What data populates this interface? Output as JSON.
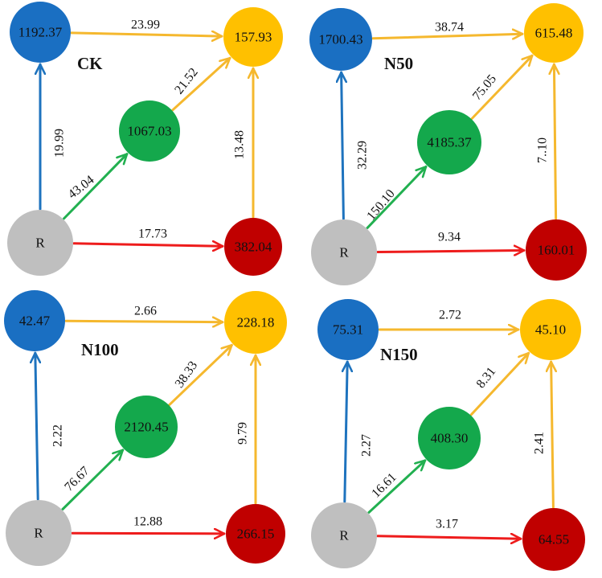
{
  "colors": {
    "blue": "#1a6fc2",
    "yellow": "#ffc000",
    "green": "#14a84c",
    "red": "#c00000",
    "gray": "#bfbfbf",
    "arrow_blue": "#1e73be",
    "arrow_yellow": "#f5b82e",
    "arrow_green": "#22b050",
    "arrow_red": "#ee1c1c"
  },
  "panels": [
    {
      "title": "CK",
      "nodes": {
        "blue": "1192.37",
        "yellow": "157.93",
        "green": "1067.03",
        "red": "382.04",
        "gray": "R"
      },
      "edges": {
        "blue_yellow": "23.99",
        "gray_blue": "19.99",
        "gray_green": "43.04",
        "green_yellow": "21.52",
        "red_yellow": "13.48",
        "gray_red": "17.73"
      }
    },
    {
      "title": "N50",
      "nodes": {
        "blue": "1700.43",
        "yellow": "615.48",
        "green": "4185.37",
        "red": "160.01",
        "gray": "R"
      },
      "edges": {
        "blue_yellow": "38.74",
        "gray_blue": "32.29",
        "gray_green": "150.10",
        "green_yellow": "75.05",
        "red_yellow": "7..10",
        "gray_red": "9.34"
      }
    },
    {
      "title": "N100",
      "nodes": {
        "blue": "42.47",
        "yellow": "228.18",
        "green": "2120.45",
        "red": "266.15",
        "gray": "R"
      },
      "edges": {
        "blue_yellow": "2.66",
        "gray_blue": "2.22",
        "gray_green": "76.67",
        "green_yellow": "38.33",
        "red_yellow": "9.79",
        "gray_red": "12.88"
      }
    },
    {
      "title": "N150",
      "nodes": {
        "blue": "75.31",
        "yellow": "45.10",
        "green": "408.30",
        "red": "64.55",
        "gray": "R"
      },
      "edges": {
        "blue_yellow": "2.72",
        "gray_blue": "2.27",
        "gray_green": "16.61",
        "green_yellow": "8.31",
        "red_yellow": "2.41",
        "gray_red": "3.17"
      }
    }
  ]
}
